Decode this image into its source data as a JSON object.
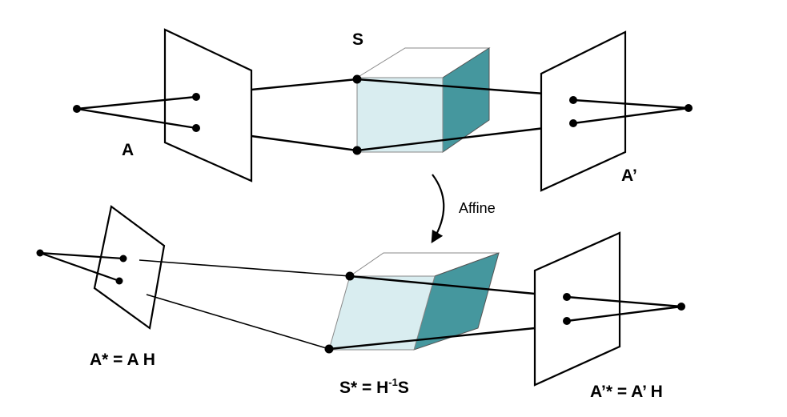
{
  "labels": {
    "s": "S",
    "a": "A",
    "a_prime": "A’",
    "affine": "Affine",
    "a_star": "A* = A H",
    "s_star_main": "S* = H",
    "s_star_sup": "-1",
    "s_star_tail": "S",
    "a_prime_star": "A’* = A’ H"
  },
  "colors": {
    "cube_front": "#d9edf0",
    "cube_side": "#45979e",
    "cube_top": "#ffffff",
    "stroke": "#000000"
  }
}
